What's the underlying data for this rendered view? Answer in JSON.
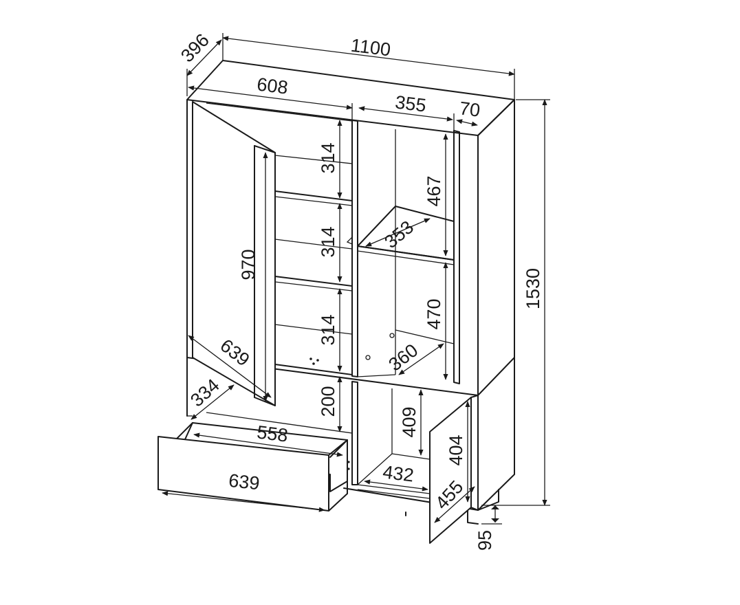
{
  "dimensions": {
    "overall_width": "1100",
    "overall_depth": "396",
    "overall_height": "1530",
    "left_section_width": "608",
    "right_section_width": "355",
    "side_panel_width": "70",
    "shelf_spacing_top": "314",
    "shelf_spacing_middle": "314",
    "shelf_spacing_bottom": "314",
    "left_door_height": "970",
    "left_door_width": "639",
    "left_door_inner_depth": "334",
    "niche_height": "200",
    "right_upper_compartment_height": "467",
    "right_upper_shelf_depth": "353",
    "right_lower_compartment_height": "470",
    "right_lower_shelf_depth": "360",
    "drawer_inner_length": "558",
    "drawer_front_width": "639",
    "bottom_compartment_height": "409",
    "bottom_compartment_width": "432",
    "bottom_door_height": "404",
    "bottom_door_width": "455",
    "leg_height": "95"
  },
  "colors": {
    "line": "#1a1a1a",
    "background": "#ffffff"
  }
}
